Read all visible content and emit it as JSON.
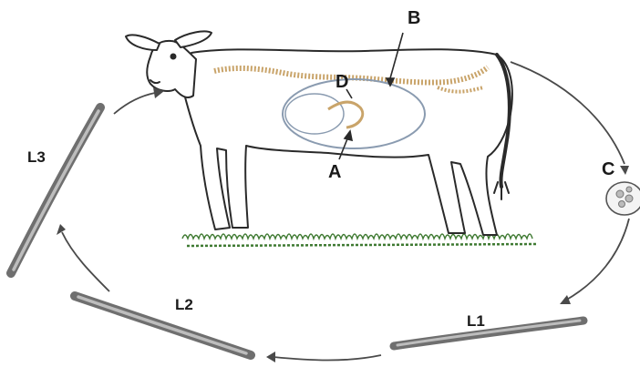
{
  "diagram": {
    "labels": {
      "a": "A",
      "b": "B",
      "c": "C",
      "d": "D",
      "l1": "L1",
      "l2": "L2",
      "l3": "L3"
    },
    "colors": {
      "ink": "#2a2a2a",
      "arrow": "#4a4a4a",
      "grass": "#3f7a32",
      "intestine": "#c9a46a",
      "stomach": "#8a9bb0",
      "larva": "#9a9a9a"
    }
  }
}
